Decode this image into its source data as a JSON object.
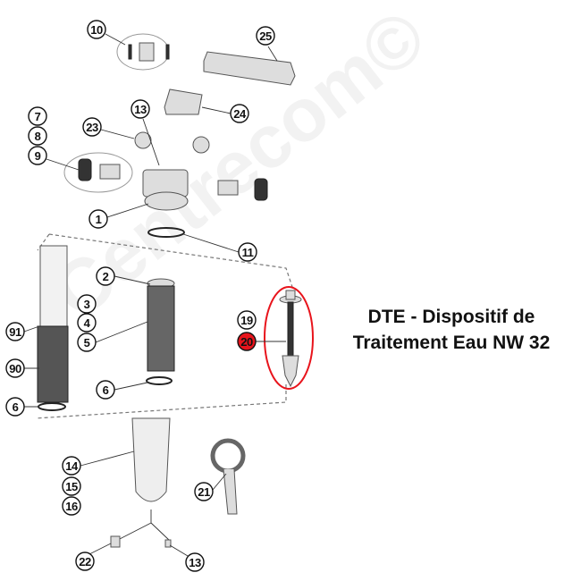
{
  "title": {
    "line1": "DTE - Dispositif de",
    "line2": "Traitement Eau NW 32"
  },
  "watermark": "Centrecom©",
  "highlight_color": "#e8141c",
  "callouts": [
    {
      "label": "10"
    },
    {
      "label": "25"
    },
    {
      "label": "24"
    },
    {
      "label": "13"
    },
    {
      "label": "23"
    },
    {
      "label": "7"
    },
    {
      "label": "8"
    },
    {
      "label": "9"
    },
    {
      "label": "1"
    },
    {
      "label": "11"
    },
    {
      "label": "2"
    },
    {
      "label": "3"
    },
    {
      "label": "4"
    },
    {
      "label": "5"
    },
    {
      "label": "91"
    },
    {
      "label": "90"
    },
    {
      "label": "19"
    },
    {
      "label": "20",
      "highlighted": true
    },
    {
      "label": "6"
    },
    {
      "label": "6"
    },
    {
      "label": "14"
    },
    {
      "label": "15"
    },
    {
      "label": "16"
    },
    {
      "label": "21"
    },
    {
      "label": "22"
    },
    {
      "label": "13"
    }
  ]
}
